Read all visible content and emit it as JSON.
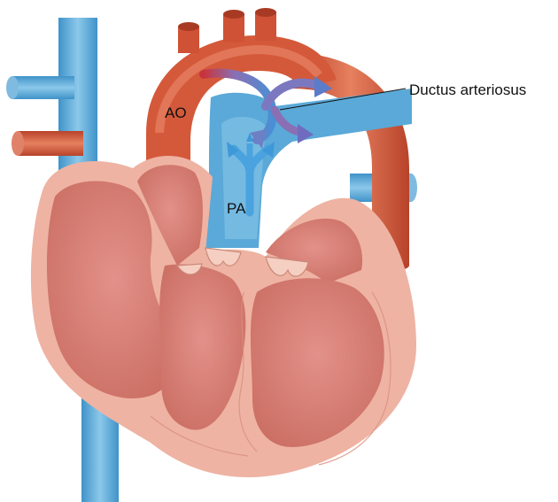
{
  "labels": {
    "aorta": "AO",
    "pulmonary_artery": "PA",
    "ductus": "Ductus arteriosus"
  },
  "colors": {
    "vein_blue": "#5aa9d8",
    "vein_blue_light": "#8cc8ea",
    "artery_red": "#d4593a",
    "artery_red_light": "#e6805f",
    "muscle_pink": "#eeb3a3",
    "chamber_inner": "#d67f70",
    "chamber_inner_dark": "#c76a5c",
    "flow_arrow_red": "#c8343d",
    "flow_arrow_purple": "#8a6fb4",
    "flow_arrow_blue": "#4aa3de"
  },
  "icons": [
    "flow-arrow-aortic-left",
    "flow-arrow-aortic-right",
    "flow-arrow-pulmonary-up"
  ]
}
